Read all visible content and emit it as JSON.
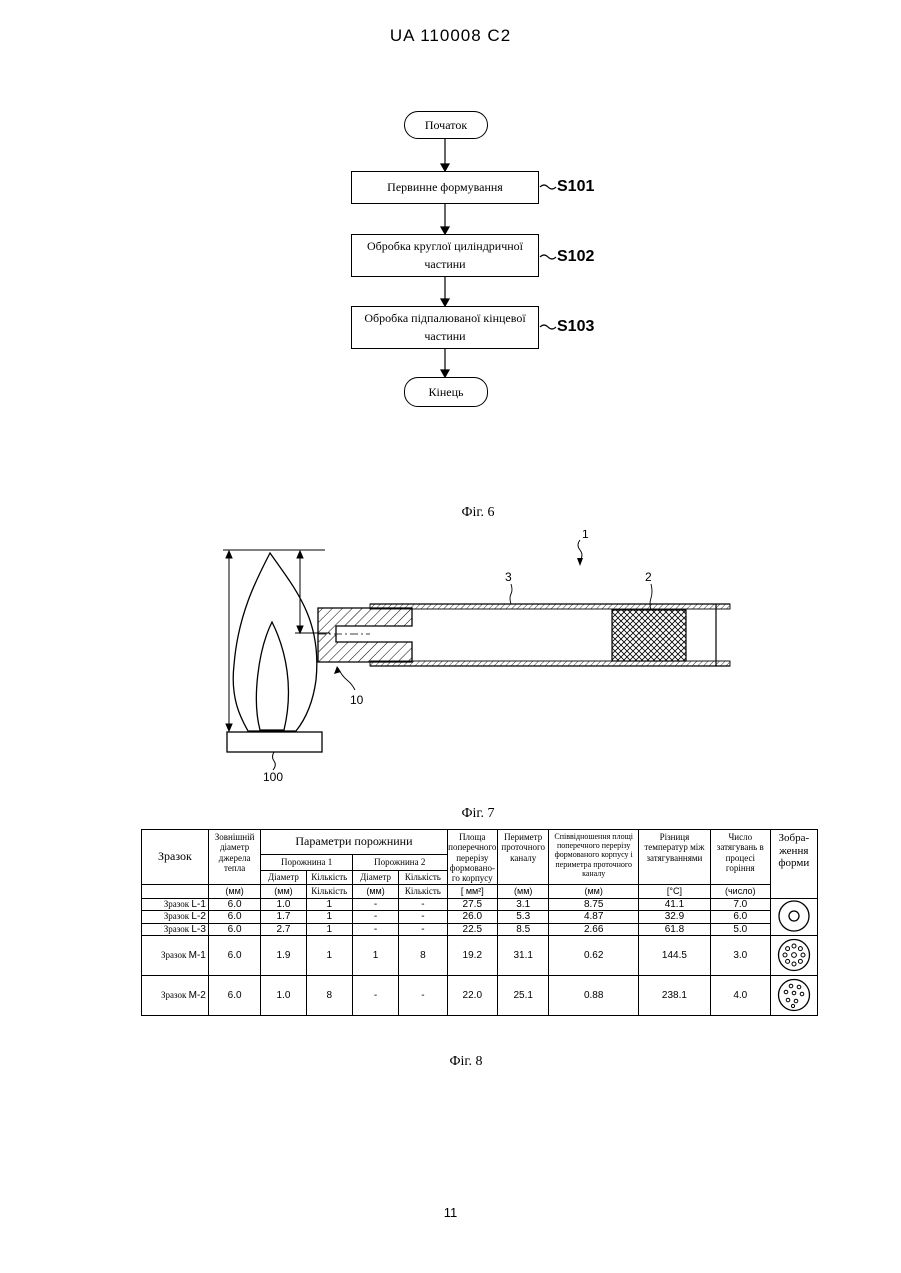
{
  "header": {
    "doc_id": "UA   110008   C2"
  },
  "fig6": {
    "start": "Початок",
    "steps": [
      {
        "line1": "Первинне формування",
        "line2": "",
        "code": "S101"
      },
      {
        "line1": "Обробка круглої циліндричної",
        "line2": "частини",
        "code": "S102"
      },
      {
        "line1": "Обробка підпалюваної кінцевої",
        "line2": "частини",
        "code": "S103"
      }
    ],
    "end": "Кінець",
    "caption": "Фіг. 6"
  },
  "fig7": {
    "labels": {
      "article": "1",
      "filter": "2",
      "wrapper": "3",
      "tip": "10",
      "source": "100"
    },
    "caption": "Фіг. 7"
  },
  "fig8": {
    "caption": "Фіг. 8",
    "headers": {
      "sample": "Зразок",
      "outer_diameter": "Зовнішній діаметр джерела тепла",
      "cavity_params": "Параметри порожнини",
      "cavity1": "Порожнина 1",
      "cavity2": "Порожнина 2",
      "diameter": "Діаметр",
      "count": "Кількість",
      "cross_area": "Площа поперечного перерізу формовано-го корпусу",
      "perimeter": "Периметр проточного каналу",
      "ratio": "Співвідношення площі поперечного перерізу формованого корпусу і периметра проточного каналу",
      "temp_diff": "Різниця температур між затягуваннями",
      "puffs": "Число затягувань в процесі горіння",
      "shape_image": "Зобра-ження форми"
    },
    "units": {
      "outer_diameter": "(мм)",
      "c1_diameter": "(мм)",
      "c1_count": "Кількість",
      "c2_diameter": "(мм)",
      "c2_count": "Кількість",
      "cross_area": "[ мм²]",
      "perimeter": "(мм)",
      "ratio": "(мм)",
      "temp_diff": "[°C]",
      "puffs": "(число)"
    },
    "rows": [
      {
        "label": "Зразок",
        "code": "L-1",
        "outer": "6.0",
        "c1d": "1.0",
        "c1n": "1",
        "c2d": "-",
        "c2n": "-",
        "area": "27.5",
        "perim": "3.1",
        "ratio": "8.75",
        "temp": "41.1",
        "puffs": "7.0"
      },
      {
        "label": "Зразок",
        "code": "L-2",
        "outer": "6.0",
        "c1d": "1.7",
        "c1n": "1",
        "c2d": "-",
        "c2n": "-",
        "area": "26.0",
        "perim": "5.3",
        "ratio": "4.87",
        "temp": "32.9",
        "puffs": "6.0"
      },
      {
        "label": "Зразок",
        "code": "L-3",
        "outer": "6.0",
        "c1d": "2.7",
        "c1n": "1",
        "c2d": "-",
        "c2n": "-",
        "area": "22.5",
        "perim": "8.5",
        "ratio": "2.66",
        "temp": "61.8",
        "puffs": "5.0"
      },
      {
        "label": "Зразок",
        "code": "M-1",
        "outer": "6.0",
        "c1d": "1.9",
        "c1n": "1",
        "c2d": "1",
        "c2n": "8",
        "area": "19.2",
        "perim": "31.1",
        "ratio": "0.62",
        "temp": "144.5",
        "puffs": "3.0"
      },
      {
        "label": "Зразок",
        "code": "M-2",
        "outer": "6.0",
        "c1d": "1.0",
        "c1n": "8",
        "c2d": "-",
        "c2n": "-",
        "area": "22.0",
        "perim": "25.1",
        "ratio": "0.88",
        "temp": "238.1",
        "puffs": "4.0"
      }
    ]
  },
  "page_number": "11"
}
